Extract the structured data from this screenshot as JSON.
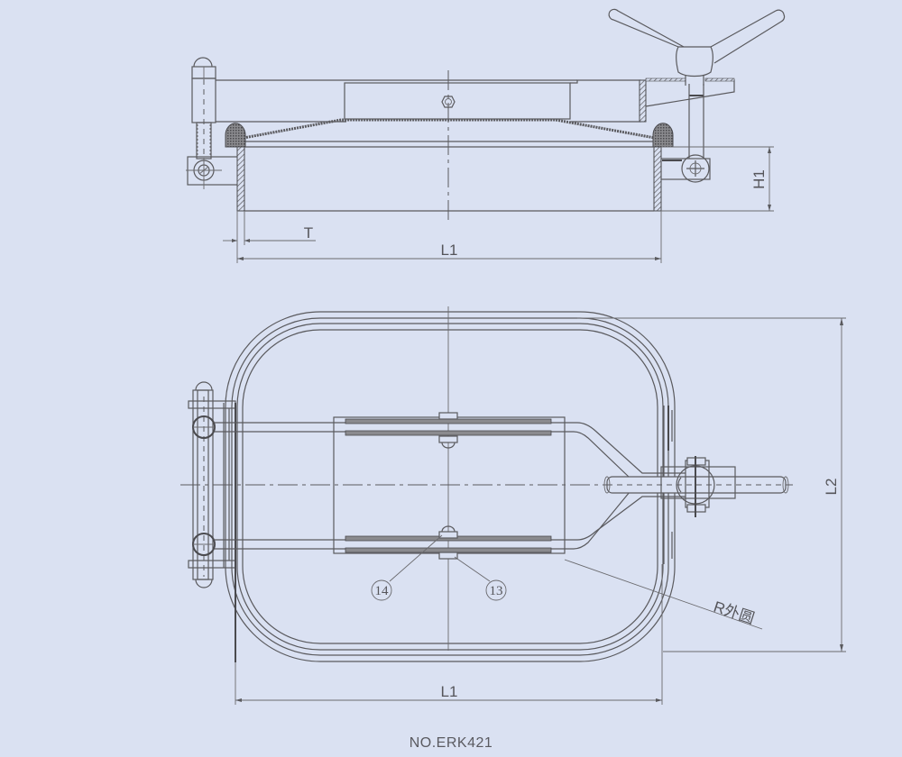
{
  "drawing": {
    "type": "technical-drawing",
    "subject": "Rectangular manhole cover with swing bolt and handle (side view and top view)",
    "background_color": "#dae1f2",
    "line_color": "#5a5a5e"
  },
  "side_view": {
    "dimensions": {
      "thickness_label": "T",
      "length_label": "L1",
      "height_label": "H1"
    }
  },
  "top_view": {
    "dimensions": {
      "length_label": "L1",
      "width_label": "L2",
      "radius_label": "R外圆"
    },
    "balloons": [
      {
        "number": "14"
      },
      {
        "number": "13"
      }
    ]
  },
  "footer": {
    "model_number": "NO.ERK421"
  }
}
